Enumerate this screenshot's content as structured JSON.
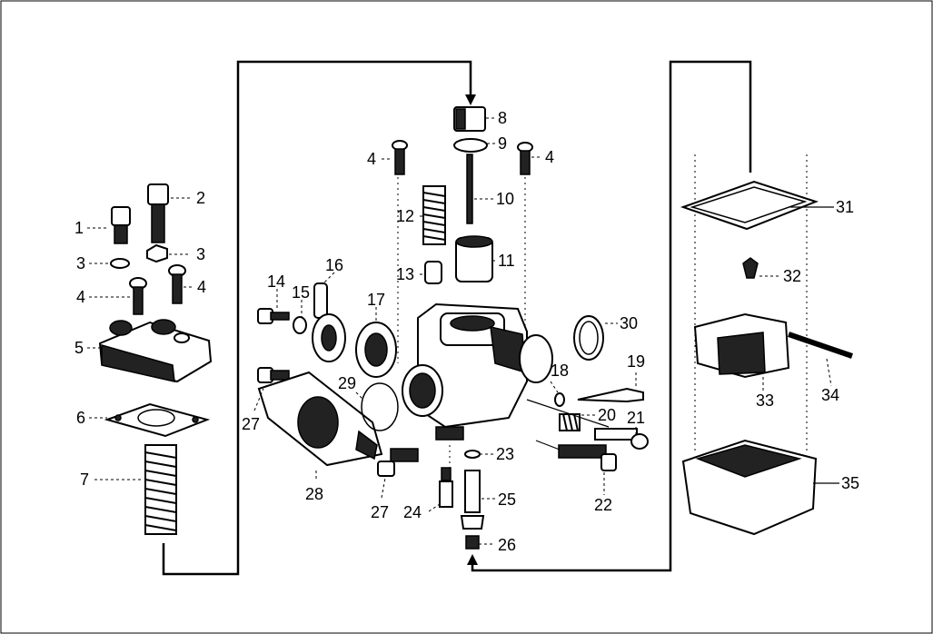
{
  "diagram": {
    "callouts": [
      {
        "id": "1",
        "label": "1"
      },
      {
        "id": "2",
        "label": "2"
      },
      {
        "id": "3a",
        "label": "3"
      },
      {
        "id": "3b",
        "label": "3"
      },
      {
        "id": "4a",
        "label": "4"
      },
      {
        "id": "4b",
        "label": "4"
      },
      {
        "id": "4c",
        "label": "4"
      },
      {
        "id": "4d",
        "label": "4"
      },
      {
        "id": "5",
        "label": "5"
      },
      {
        "id": "6",
        "label": "6"
      },
      {
        "id": "7",
        "label": "7"
      },
      {
        "id": "8",
        "label": "8"
      },
      {
        "id": "9",
        "label": "9"
      },
      {
        "id": "10",
        "label": "10"
      },
      {
        "id": "11",
        "label": "11"
      },
      {
        "id": "12",
        "label": "12"
      },
      {
        "id": "13",
        "label": "13"
      },
      {
        "id": "14",
        "label": "14"
      },
      {
        "id": "15",
        "label": "15"
      },
      {
        "id": "16",
        "label": "16"
      },
      {
        "id": "17",
        "label": "17"
      },
      {
        "id": "18",
        "label": "18"
      },
      {
        "id": "19",
        "label": "19"
      },
      {
        "id": "20",
        "label": "20"
      },
      {
        "id": "21",
        "label": "21"
      },
      {
        "id": "22",
        "label": "22"
      },
      {
        "id": "23",
        "label": "23"
      },
      {
        "id": "24",
        "label": "24"
      },
      {
        "id": "25",
        "label": "25"
      },
      {
        "id": "26",
        "label": "26"
      },
      {
        "id": "27a",
        "label": "27"
      },
      {
        "id": "27b",
        "label": "27"
      },
      {
        "id": "28",
        "label": "28"
      },
      {
        "id": "29",
        "label": "29"
      },
      {
        "id": "30",
        "label": "30"
      },
      {
        "id": "31",
        "label": "31"
      },
      {
        "id": "32",
        "label": "32"
      },
      {
        "id": "33",
        "label": "33"
      },
      {
        "id": "34",
        "label": "34"
      },
      {
        "id": "35",
        "label": "35"
      }
    ]
  }
}
